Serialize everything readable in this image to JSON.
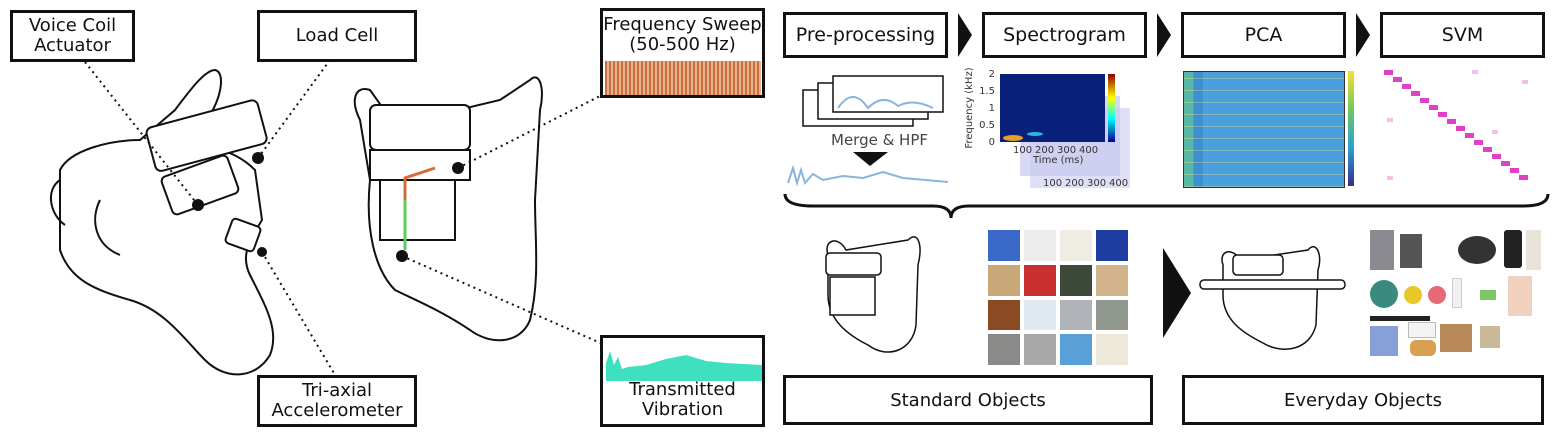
{
  "labels": {
    "voice_coil_line1": "Voice Coil",
    "voice_coil_line2": "Actuator",
    "load_cell": "Load Cell",
    "accelerometer_line1": "Tri-axial",
    "accelerometer_line2": "Accelerometer",
    "sweep_line1": "Frequency Sweep",
    "sweep_line2": "(50-500 Hz)",
    "vibration_line1": "Transmitted",
    "vibration_line2": "Vibration"
  },
  "pipeline": {
    "stages": [
      "Pre-processing",
      "Spectrogram",
      "PCA",
      "SVM"
    ],
    "merge_label": "Merge & HPF"
  },
  "spectrogram": {
    "ylabel": "Frequency (kHz)",
    "xlabel": "Time (ms)",
    "yticks": [
      "2",
      "1.5",
      "1",
      "0.5",
      "0"
    ],
    "xticks": [
      "100",
      "200",
      "300",
      "400"
    ],
    "ghost_xticks": [
      "100",
      "200",
      "300",
      "400"
    ]
  },
  "bottom": {
    "standard": "Standard Objects",
    "everyday": "Everyday Objects"
  },
  "colors": {
    "sweep_orange": "#c9703f",
    "vibration_teal": "#3ee0c0",
    "waveform_blue": "#8ab4dc",
    "cube_pink": "#e040c8",
    "pca_blue": "#4aa0dc"
  }
}
